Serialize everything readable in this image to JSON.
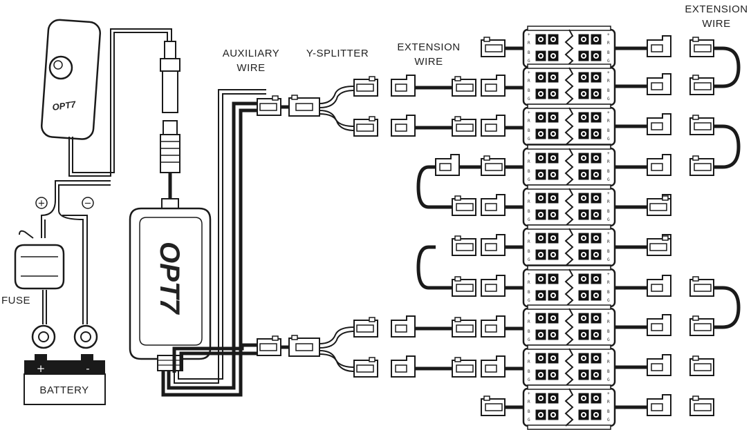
{
  "labels": {
    "auxiliary_line1": "AUXILIARY",
    "auxiliary_line2": "WIRE",
    "ysplitter": "Y-SPLITTER",
    "extension_line1": "EXTENSION",
    "extension_line2": "WIRE",
    "extension_top_line1": "EXTENSION",
    "extension_top_line2": "WIRE",
    "fuse": "FUSE",
    "battery": "BATTERY",
    "plus": "+",
    "minus": "−",
    "batt_plus": "+",
    "batt_minus": "-"
  },
  "brand": {
    "remote": "OPT7",
    "controller": "OPT7"
  },
  "pins": {
    "left": [
      "+",
      "R",
      "B",
      "G"
    ],
    "right": [
      "+",
      "R",
      "B",
      "G"
    ]
  },
  "colors": {
    "line": "#1a1a1a",
    "fill": "#ffffff",
    "dark": "#111111"
  }
}
